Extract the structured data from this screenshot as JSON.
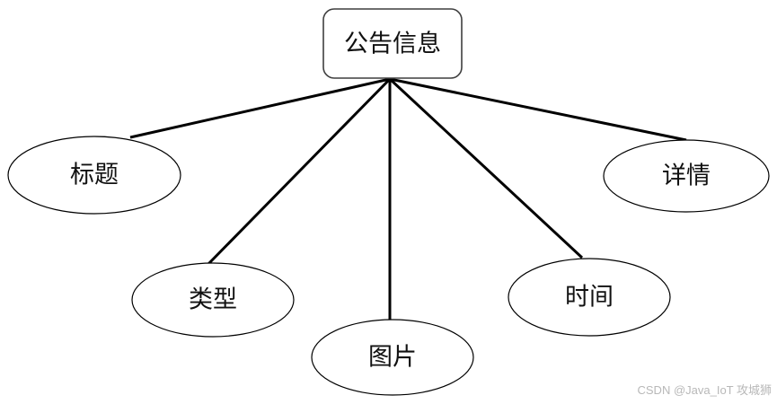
{
  "entity": {
    "label": "公告信息"
  },
  "attributes": {
    "title": "标题",
    "type": "类型",
    "image": "图片",
    "time": "时间",
    "details": "详情"
  },
  "watermark": "CSDN @Java_IoT 攻城狮"
}
